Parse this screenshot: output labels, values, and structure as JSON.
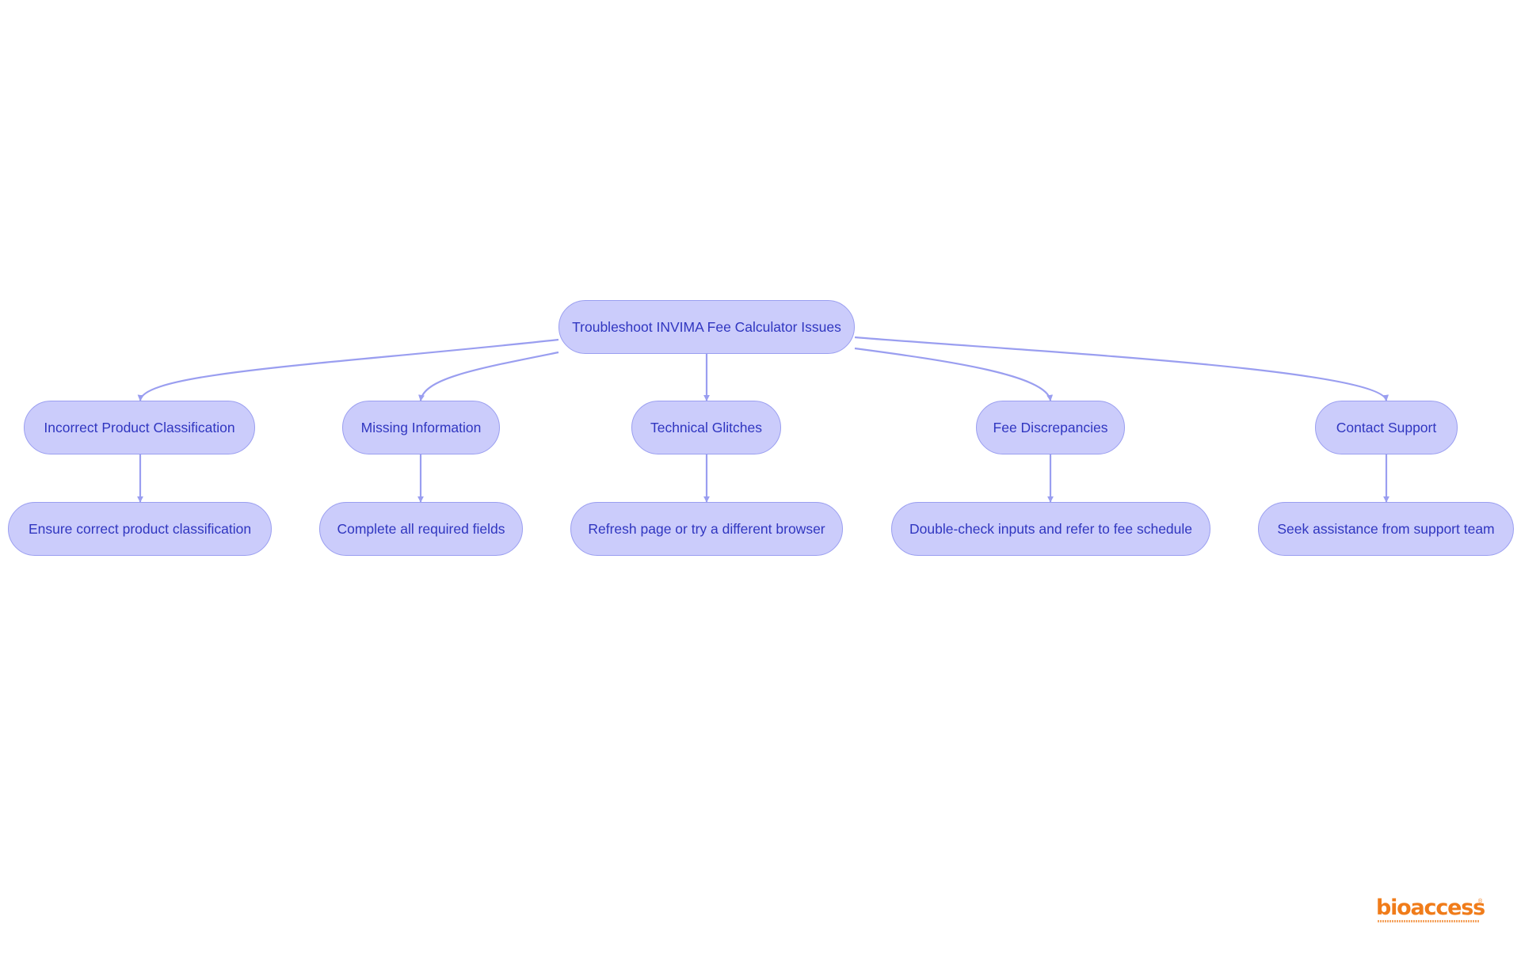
{
  "diagram": {
    "root": {
      "id": "root",
      "label": "Troubleshoot INVIMA Fee Calculator Issues"
    },
    "issues": [
      {
        "id": "issue-1",
        "label": "Incorrect Product Classification",
        "solution": "Ensure correct product classification"
      },
      {
        "id": "issue-2",
        "label": "Missing Information",
        "solution": "Complete all required fields"
      },
      {
        "id": "issue-3",
        "label": "Technical Glitches",
        "solution": "Refresh page or try a different browser"
      },
      {
        "id": "issue-4",
        "label": "Fee Discrepancies",
        "solution": "Double-check inputs and refer to fee schedule"
      },
      {
        "id": "issue-5",
        "label": "Contact Support",
        "solution": "Seek assistance from support team"
      }
    ],
    "colors": {
      "node_fill": "#cbccfb",
      "node_border": "#9a9ef0",
      "edge": "#9a9ef0",
      "text": "#3036c0"
    }
  },
  "logo": {
    "text": "bioaccess",
    "mark": "®",
    "color": "#f07c1a"
  }
}
